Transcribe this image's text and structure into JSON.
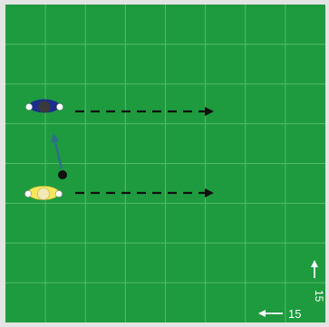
{
  "pitch": {
    "field_color": "#1e9b3e",
    "grid_line_color": "#52bb6b",
    "border_color": "#e4e4e4"
  },
  "players": [
    {
      "name": "blue-player",
      "shirt_color": "#1d2d8c",
      "head_color": "#3a3a3a",
      "hand_color": "#ffffff"
    },
    {
      "name": "yellow-player",
      "shirt_color": "#f6e65a",
      "head_color": "#f3e9b4",
      "hand_color": "#ffffff"
    }
  ],
  "ball": {
    "color": "#111111"
  },
  "run_arrows": {
    "color": "#111111",
    "style": "dashed"
  },
  "pass_arrow": {
    "color": "#2f6f8a"
  },
  "scale": {
    "vertical_label": "15",
    "horizontal_label": "15",
    "color": "#ffffff"
  }
}
